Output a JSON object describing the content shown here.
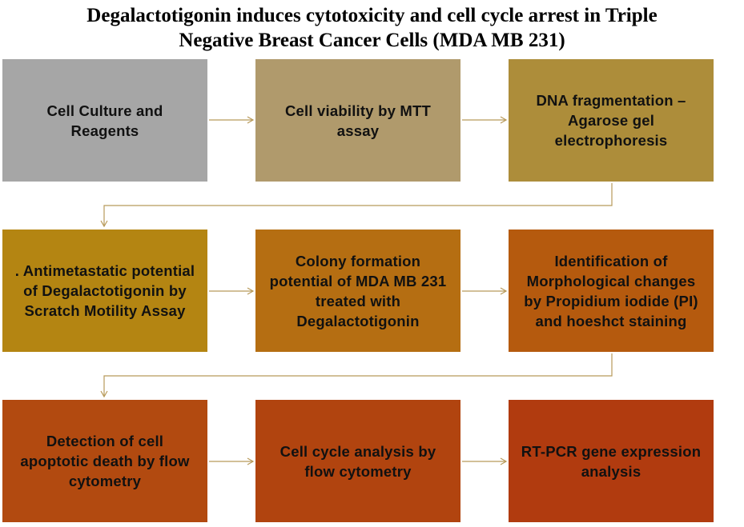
{
  "title": {
    "line1": "Degalactotigonin induces cytotoxicity and cell cycle arrest in Triple",
    "line2": "Negative Breast Cancer Cells (MDA MB 231)"
  },
  "steps": [
    {
      "label": "Cell Culture and Reagents",
      "color": "#a6a6a6"
    },
    {
      "label": "Cell viability by MTT assay",
      "color": "#b09a6c"
    },
    {
      "label": "DNA fragmentation – Agarose gel electrophoresis",
      "color": "#ad8d3a"
    },
    {
      "label": ". Antimetastatic potential of Degalactotigonin by Scratch Motility Assay",
      "color": "#b48512"
    },
    {
      "label": "Colony formation potential of MDA MB 231 treated with Degalactotigonin",
      "color": "#b56e12"
    },
    {
      "label": "Identification of Morphological changes by Propidium iodide (PI) and hoeshct staining",
      "color": "#b55a0e"
    },
    {
      "label": "Detection of cell apoptotic death by flow cytometry",
      "color": "#b24a10"
    },
    {
      "label": "Cell cycle analysis by flow cytometry",
      "color": "#b1440f"
    },
    {
      "label": "RT-PCR gene expression analysis",
      "color": "#b13b0f"
    }
  ],
  "connector_color": "#b89a5a"
}
